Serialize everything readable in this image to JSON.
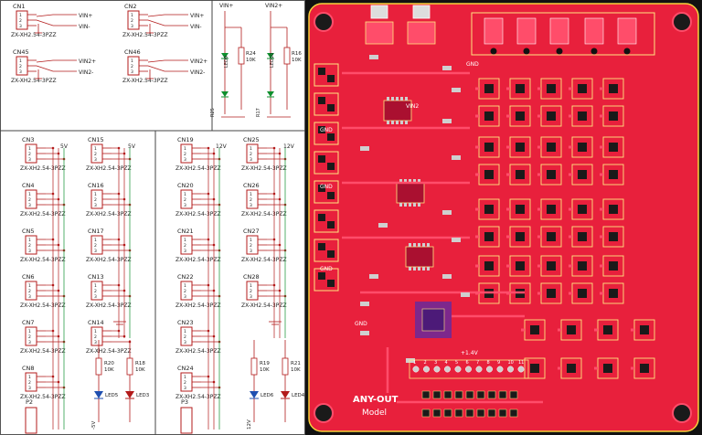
{
  "schematic": {
    "top_connectors": [
      {
        "ref": "CN1",
        "part": "ZX-XH2.54-3PZZ",
        "net_a": "VIN+",
        "net_b": "VIN-"
      },
      {
        "ref": "CN2",
        "part": "ZX-XH2.54-3PZZ",
        "net_a": "VIN+",
        "net_b": "VIN-"
      },
      {
        "ref": "CN45",
        "part": "ZX-XH2.54-3PZZ",
        "net_a": "VIN2+",
        "net_b": "VIN2-"
      },
      {
        "ref": "CN46",
        "part": "ZX-XH2.54-3PZZ",
        "net_a": "VIN2+",
        "net_b": "VIN2-"
      }
    ],
    "top_rail_labels": [
      "VIN+",
      "VIN2+"
    ],
    "top_leds": [
      {
        "led": "LED9",
        "res": "R24",
        "val": "10K"
      },
      {
        "led": "LED10",
        "res": "R16",
        "val": "10K"
      }
    ],
    "top_bottom_refs": [
      "R25",
      "R17"
    ],
    "panels": [
      {
        "rail_a": "5V",
        "rail_b": "5V",
        "col_a": [
          "CN3",
          "CN4",
          "CN5",
          "CN6",
          "CN7",
          "CN8"
        ],
        "col_b": [
          "CN15",
          "CN16",
          "CN17",
          "CN13",
          "CN14"
        ],
        "part": "ZX-XH2.54-3PZZ",
        "extra": "P2",
        "resistors": [
          {
            "ref": "R20",
            "val": "10K"
          },
          {
            "ref": "R18",
            "val": "10K"
          }
        ],
        "leds": [
          "LED5",
          "LED3"
        ],
        "bottom": "-5V"
      },
      {
        "rail_a": "12V",
        "rail_b": "12V",
        "col_a": [
          "CN19",
          "CN20",
          "CN21",
          "CN22",
          "CN23",
          "CN24"
        ],
        "col_b": [
          "CN25",
          "CN26",
          "CN27",
          "CN28"
        ],
        "part": "ZX-XH2.54-3PZZ",
        "extra": "P3",
        "resistors": [
          {
            "ref": "R19",
            "val": "10K"
          },
          {
            "ref": "R21",
            "val": "10K"
          }
        ],
        "leds": [
          "LED6",
          "LED4"
        ],
        "bottom": "12V"
      }
    ]
  },
  "pcb": {
    "board_text": "ANY-OUT",
    "board_subtext": "Model",
    "net_labels": [
      "GND",
      "GND",
      "GND",
      "GND",
      "GND",
      "VIN2",
      "+1.4V"
    ],
    "header_pins": [
      "1",
      "2",
      "3",
      "4",
      "5",
      "6",
      "7",
      "8",
      "9",
      "10",
      "11"
    ],
    "colors": {
      "board": "#e8203c",
      "copper": "#ff4d6a",
      "pad": "#cfcfcf",
      "silk": "#ffe680",
      "bg": "#111111",
      "outline": "#f5d23a"
    }
  }
}
